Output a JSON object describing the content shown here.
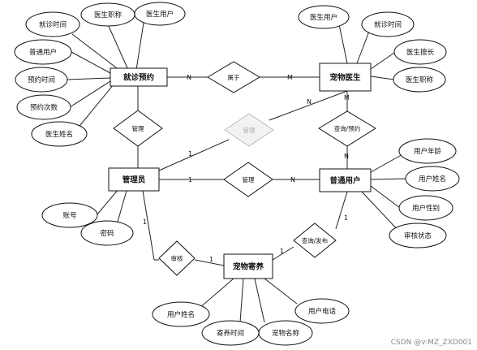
{
  "entities": {
    "appointment": "就诊预约",
    "pet_doctor": "宠物医生",
    "admin": "管理员",
    "user": "普通用户",
    "foster": "宠物寄养"
  },
  "attributes": {
    "appt_visit_time": "就诊时间",
    "appt_doctor_title": "医生职称",
    "appt_doctor_user": "医生用户",
    "appt_user": "普通用户",
    "appt_time": "预约时间",
    "appt_count": "预约次数",
    "appt_doctor_name": "医生姓名",
    "doc_user": "医生用户",
    "doc_visit_time": "就诊时间",
    "doc_specialty": "医生擅长",
    "doc_title": "医生职称",
    "admin_account": "账号",
    "admin_password": "密码",
    "user_age": "用户年龄",
    "user_name": "用户姓名",
    "user_gender": "用户性别",
    "user_review": "审核状态",
    "foster_user_name": "用户姓名",
    "foster_time": "寄养时间",
    "foster_pet_name": "宠物名称",
    "foster_user_phone": "用户电话"
  },
  "relationships": {
    "belongs": "属于",
    "manage_appt": "管理",
    "manage_doctor": "管理",
    "manage_user": "管理",
    "query_appt": "查询/预约",
    "review": "审核",
    "query_publish": "查询/发布"
  },
  "cardinalities": {
    "appt_belongs": "N",
    "doctor_belongs": "M",
    "doctor_query": "M",
    "user_query": "N",
    "admin_manage_user": "1",
    "user_manage": "N",
    "admin_manage_doctor": "1",
    "doctor_manage": "N",
    "admin_review": "1",
    "foster_review": "1",
    "foster_publish": "1",
    "user_publish": "1"
  },
  "watermark": "CSDN @v:MZ_ZXD001"
}
